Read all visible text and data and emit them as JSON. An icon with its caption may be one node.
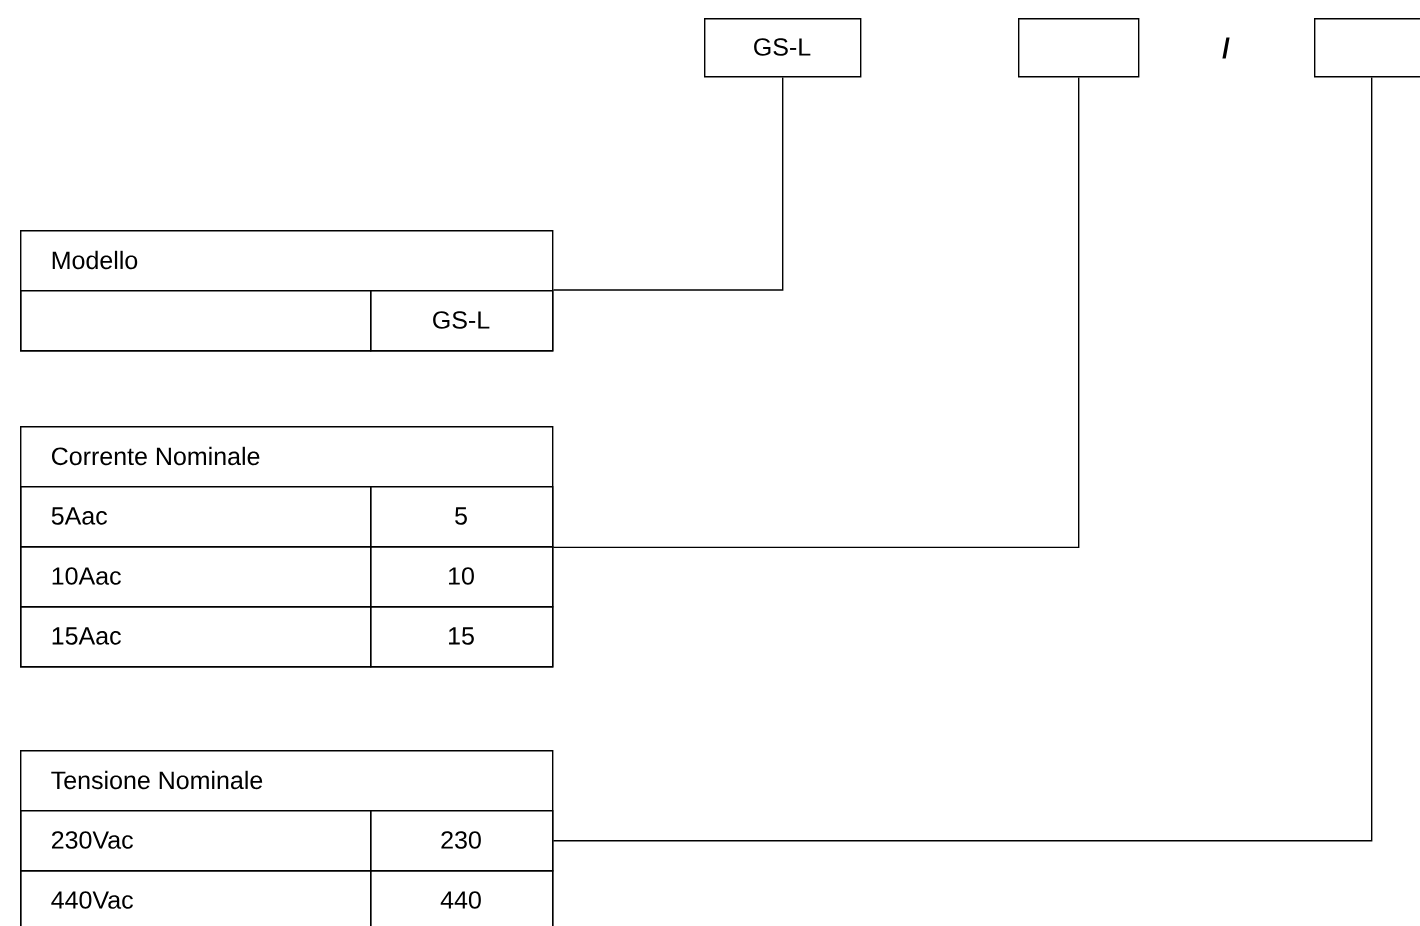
{
  "diagram": {
    "nodes": [
      {
        "text": [
          "GS-L"
        ]
      },
      {
        "text": [],
        "shape": "box"
      },
      {
        "text": [],
        "shape": "box"
      },
      {
        "text": [
          "Modello"
        ]
      },
      {
        "text": [],
        "shape": "box",
        "in": 3
      },
      {
        "text": [
          "GS-L"
        ],
        "in": 3
      },
      {
        "text": [
          "Corrente Nominale"
        ]
      },
      {
        "text": [
          "5Aac"
        ],
        "in": 6
      },
      {
        "text": [
          "5"
        ],
        "in": 6
      },
      {
        "text": [
          "10Aac"
        ],
        "in": 6
      },
      {
        "text": [
          "10"
        ],
        "in": 6
      },
      {
        "text": [
          "15Aac"
        ],
        "in": 6
      },
      {
        "text": [
          "15"
        ],
        "in": 6
      },
      {
        "text": [
          "Tensione Nominale"
        ]
      },
      {
        "text": [
          "230Vac"
        ],
        "in": 13
      },
      {
        "text": [
          "230"
        ],
        "in": 13
      },
      {
        "text": [
          "440Vac"
        ],
        "in": 13
      },
      {
        "text": [
          "440"
        ],
        "in": 13
      }
    ],
    "edges": [
      {
        "from": 5,
        "to": 0,
        "arrow": "none"
      },
      {
        "from": 8,
        "to": 1,
        "arrow": "none"
      },
      {
        "from": 15,
        "to": 2,
        "arrow": "none"
      }
    ],
    "labels": [
      "/"
    ]
  }
}
